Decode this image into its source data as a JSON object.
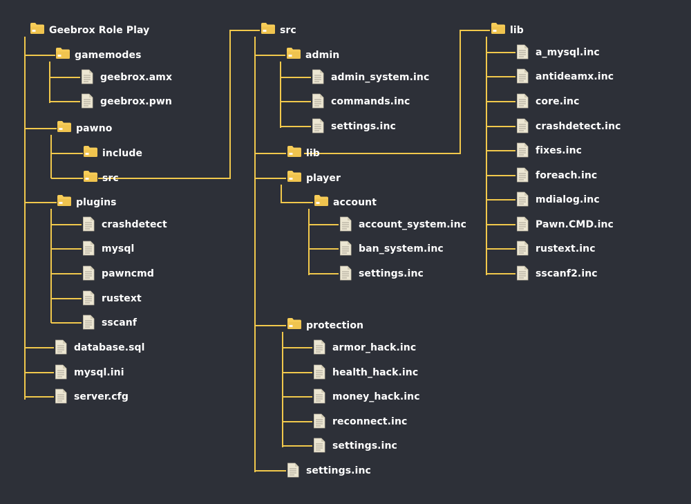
{
  "tree": [
    {
      "id": "root",
      "label": "Geebrox Role Play",
      "type": "folder"
    },
    {
      "id": "gamemodes",
      "label": "gamemodes",
      "type": "folder"
    },
    {
      "id": "gm_amx",
      "label": "geebrox.amx",
      "type": "file"
    },
    {
      "id": "gm_pwn",
      "label": "geebrox.pwn",
      "type": "file"
    },
    {
      "id": "pawno",
      "label": "pawno",
      "type": "folder"
    },
    {
      "id": "include",
      "label": "include",
      "type": "folder"
    },
    {
      "id": "pawno_src",
      "label": "src",
      "type": "folder"
    },
    {
      "id": "plugins",
      "label": "plugins",
      "type": "folder"
    },
    {
      "id": "pl_crash",
      "label": "crashdetect",
      "type": "file"
    },
    {
      "id": "pl_mysql",
      "label": "mysql",
      "type": "file"
    },
    {
      "id": "pl_pawncmd",
      "label": "pawncmd",
      "type": "file"
    },
    {
      "id": "pl_rustext",
      "label": "rustext",
      "type": "file"
    },
    {
      "id": "pl_sscanf",
      "label": "sscanf",
      "type": "file"
    },
    {
      "id": "database",
      "label": "database.sql",
      "type": "file"
    },
    {
      "id": "mysqlini",
      "label": "mysql.ini",
      "type": "file"
    },
    {
      "id": "servercfg",
      "label": "server.cfg",
      "type": "file"
    },
    {
      "id": "src",
      "label": "src",
      "type": "folder"
    },
    {
      "id": "admin",
      "label": "admin",
      "type": "folder"
    },
    {
      "id": "ad_system",
      "label": "admin_system.inc",
      "type": "file"
    },
    {
      "id": "ad_commands",
      "label": "commands.inc",
      "type": "file"
    },
    {
      "id": "ad_settings",
      "label": "settings.inc",
      "type": "file"
    },
    {
      "id": "src_lib",
      "label": "lib",
      "type": "folder"
    },
    {
      "id": "player",
      "label": "player",
      "type": "folder"
    },
    {
      "id": "account",
      "label": "account",
      "type": "folder"
    },
    {
      "id": "ac_system",
      "label": "account_system.inc",
      "type": "file"
    },
    {
      "id": "ac_ban",
      "label": "ban_system.inc",
      "type": "file"
    },
    {
      "id": "ac_settings",
      "label": "settings.inc",
      "type": "file"
    },
    {
      "id": "protection",
      "label": "protection",
      "type": "folder"
    },
    {
      "id": "pr_armor",
      "label": "armor_hack.inc",
      "type": "file"
    },
    {
      "id": "pr_health",
      "label": "health_hack.inc",
      "type": "file"
    },
    {
      "id": "pr_money",
      "label": "money_hack.inc",
      "type": "file"
    },
    {
      "id": "pr_reconnect",
      "label": "reconnect.inc",
      "type": "file"
    },
    {
      "id": "pr_settings",
      "label": "settings.inc",
      "type": "file"
    },
    {
      "id": "src_settings",
      "label": "settings.inc",
      "type": "file"
    },
    {
      "id": "lib",
      "label": "lib",
      "type": "folder"
    },
    {
      "id": "lb_amysql",
      "label": "a_mysql.inc",
      "type": "file"
    },
    {
      "id": "lb_antideamx",
      "label": "antideamx.inc",
      "type": "file"
    },
    {
      "id": "lb_core",
      "label": "core.inc",
      "type": "file"
    },
    {
      "id": "lb_crash",
      "label": "crashdetect.inc",
      "type": "file"
    },
    {
      "id": "lb_fixes",
      "label": "fixes.inc",
      "type": "file"
    },
    {
      "id": "lb_foreach",
      "label": "foreach.inc",
      "type": "file"
    },
    {
      "id": "lb_mdialog",
      "label": "mdialog.inc",
      "type": "file"
    },
    {
      "id": "lb_pawncmd",
      "label": "Pawn.CMD.inc",
      "type": "file"
    },
    {
      "id": "lb_rustext",
      "label": "rustext.inc",
      "type": "file"
    },
    {
      "id": "lb_sscanf2",
      "label": "sscanf2.inc",
      "type": "file"
    }
  ],
  "colors": {
    "background": "#2d3038",
    "connector": "#f2c94c",
    "folder": "#f7cd58",
    "folder_dark": "#e3b43e",
    "file": "#ece6d2",
    "file_lines": "#a9a294",
    "text": "#ffffff"
  }
}
